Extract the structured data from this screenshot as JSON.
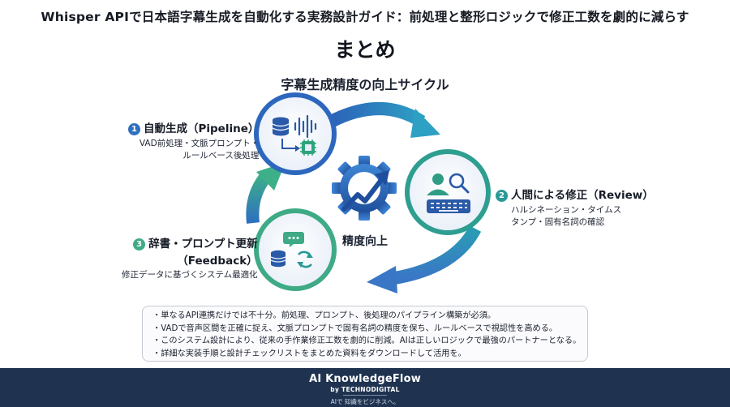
{
  "header": {
    "title": "Whisper APIで日本語字幕生成を自動化する実務設計ガイド：前処理と整形ロジックで修正工数を劇的に減らす",
    "section_title": "まとめ"
  },
  "cycle": {
    "title": "字幕生成精度の向上サイクル",
    "center_label": "精度向上",
    "steps": [
      {
        "number": "1",
        "title": "自動生成（Pipeline）",
        "desc_lines": [
          "VAD前処理・文脈プロンプト・",
          "ルールベース後処理"
        ],
        "icon": "pipeline-icon"
      },
      {
        "number": "2",
        "title": "人間による修正（Review）",
        "desc_lines": [
          "ハルシネーション・タイムス",
          "タンプ・固有名詞の確認"
        ],
        "icon": "review-icon"
      },
      {
        "number": "3",
        "title": "辞書・プロンプト更新",
        "title_line2": "（Feedback）",
        "desc_lines": [
          "修正データに基づくシステム最適化"
        ],
        "icon": "feedback-icon"
      }
    ]
  },
  "summary": {
    "items": [
      "単なるAPI連携だけでは不十分。前処理、プロンプト、後処理のパイプライン構築が必須。",
      "VADで音声区間を正確に捉え、文脈プロンプトで固有名詞の精度を保ち、ルールベースで視認性を高める。",
      "このシステム設計により、従来の手作業修正工数を劇的に削減。AIは正しいロジックで最強のパートナーとなる。",
      "詳細な実装手順と設計チェックリストをまとめた資料をダウンロードして活用を。"
    ]
  },
  "footer": {
    "brand": "AI KnowledgeFlow",
    "by": "by TECHNODIGITAL",
    "tagline": "AIで 知識をビジネスへ。"
  },
  "colors": {
    "primary_blue": "#2f6fbf",
    "teal": "#2a9a97",
    "green": "#3eaa86",
    "footer_bg": "#1f3351"
  }
}
